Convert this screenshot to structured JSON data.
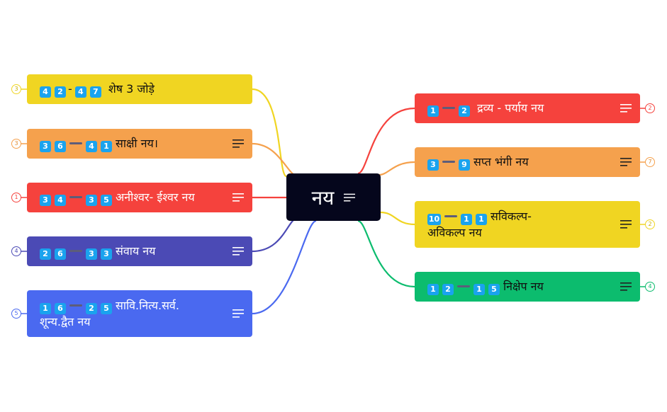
{
  "root": {
    "label": "नय"
  },
  "colors": {
    "yellow": "#f0d522",
    "orange": "#f5a14d",
    "red": "#f5423d",
    "indigo": "#4b4ab5",
    "blue": "#4a69f0",
    "green": "#0cbc6e",
    "root_bg": "#05061c",
    "badge": "#1aa3ee"
  },
  "left": [
    {
      "badges_a": [
        "4",
        "2"
      ],
      "separator": "-",
      "badges_b": [
        "4",
        "7"
      ],
      "text": "शेष 3 जोड़े",
      "count": "3",
      "has_note": false
    },
    {
      "badges_a": [
        "3",
        "6"
      ],
      "separator": "—",
      "badges_b": [
        "4",
        "1"
      ],
      "text": "साक्षी नय।",
      "count": "3",
      "has_note": true
    },
    {
      "badges_a": [
        "3",
        "4"
      ],
      "separator": "—",
      "badges_b": [
        "3",
        "5"
      ],
      "text": "अनीश्वर- ईश्वर नय",
      "count": "1",
      "has_note": true
    },
    {
      "badges_a": [
        "2",
        "6"
      ],
      "separator": "—",
      "badges_b": [
        "3",
        "3"
      ],
      "text": "संवाय नय",
      "count": "4",
      "has_note": true
    },
    {
      "badges_a": [
        "1",
        "6"
      ],
      "separator": "—",
      "badges_b": [
        "2",
        "5"
      ],
      "text": "सावि.नित्य.सर्व.",
      "text2": "शून्य.द्वैत नय",
      "count": "5",
      "has_note": true
    }
  ],
  "right": [
    {
      "badges_a": [
        "1"
      ],
      "separator": "—",
      "badges_b": [
        "2"
      ],
      "text": "द्रव्य - पर्याय नय",
      "count": "2",
      "has_note": true
    },
    {
      "badges_a": [
        "3"
      ],
      "separator": "—",
      "badges_b": [
        "9"
      ],
      "text": "सप्त भंगी नय",
      "count": "7",
      "has_note": true
    },
    {
      "badges_a": [
        "10"
      ],
      "separator": "—",
      "badges_b": [
        "1",
        "1"
      ],
      "text": "सविकल्प-",
      "text2": "अविकल्प नय",
      "count": "2",
      "has_note": true
    },
    {
      "badges_a": [
        "1",
        "2"
      ],
      "separator": "—",
      "badges_b": [
        "1",
        "5"
      ],
      "text": "निक्षेप नय",
      "count": "4",
      "has_note": true
    }
  ]
}
